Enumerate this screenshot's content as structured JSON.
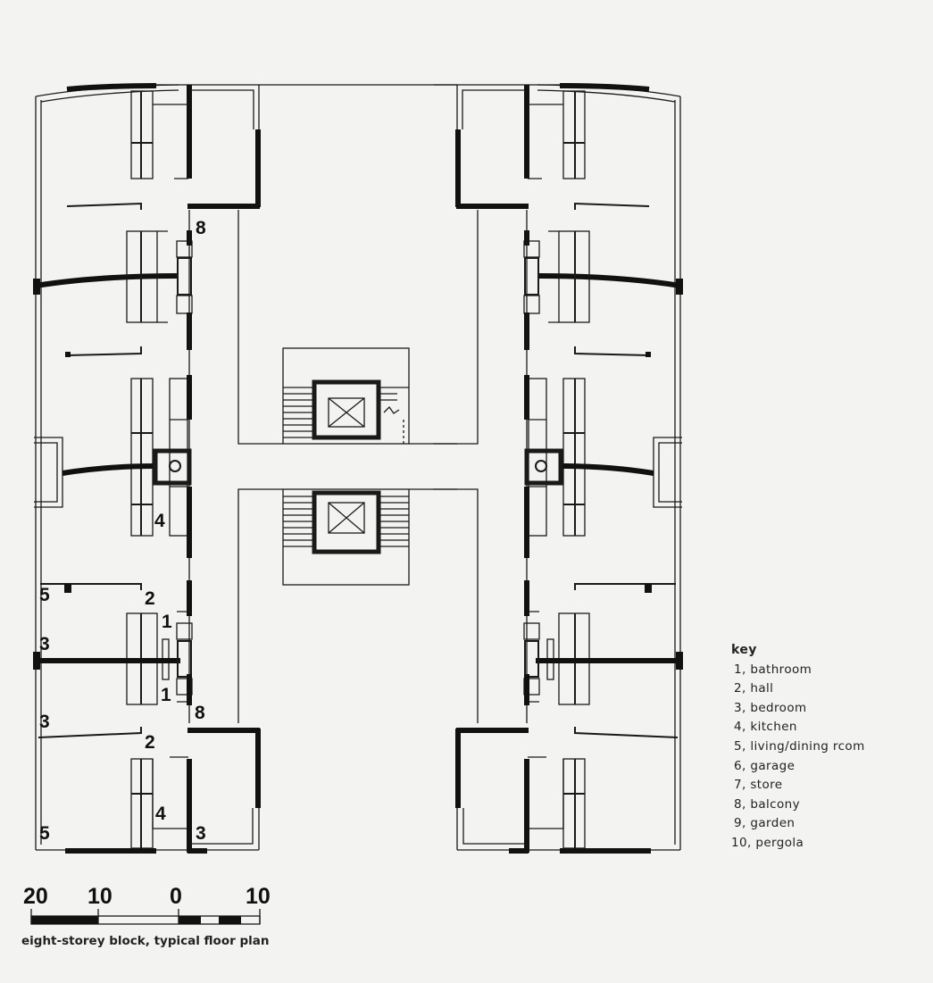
{
  "plan": {
    "labels": {
      "l8_top": "8",
      "l4_mid": "4",
      "l5_a": "5",
      "l2_a": "2",
      "l1_a": "1",
      "l3_a": "3",
      "l1_b": "1",
      "l8_b": "8",
      "l3_b": "3",
      "l2_b": "2",
      "l4_b": "4",
      "l5_b": "5",
      "l3_c": "3"
    }
  },
  "scale": {
    "ticks": [
      "20",
      "10",
      "0",
      "10"
    ]
  },
  "caption": "eight-storey block, typical floor plan",
  "key": {
    "title": "key",
    "items": [
      "1, bathroom",
      "2, hall",
      "3, bedroom",
      "4, kitchen",
      "5, living/dining rcom",
      "6, garage",
      "7, store",
      "8, balcony",
      "9, garden",
      "10, pergola"
    ]
  }
}
